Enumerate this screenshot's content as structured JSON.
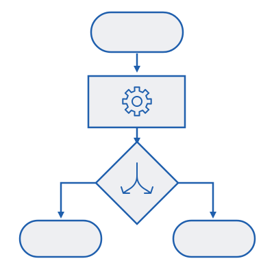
{
  "diagram": {
    "type": "flowchart",
    "colors": {
      "stroke": "#1f5fad",
      "fill": "#eeeff2",
      "background": "#ffffff"
    },
    "nodes": [
      {
        "id": "start",
        "shape": "terminal",
        "text": ""
      },
      {
        "id": "process",
        "shape": "process",
        "text": "",
        "icon": "gear-icon"
      },
      {
        "id": "decision",
        "shape": "decision",
        "text": "",
        "icon": "split-arrows-icon"
      },
      {
        "id": "end-left",
        "shape": "terminal",
        "text": ""
      },
      {
        "id": "end-right",
        "shape": "terminal",
        "text": ""
      }
    ],
    "edges": [
      {
        "from": "start",
        "to": "process"
      },
      {
        "from": "process",
        "to": "decision"
      },
      {
        "from": "decision",
        "to": "end-left"
      },
      {
        "from": "decision",
        "to": "end-right"
      }
    ]
  }
}
